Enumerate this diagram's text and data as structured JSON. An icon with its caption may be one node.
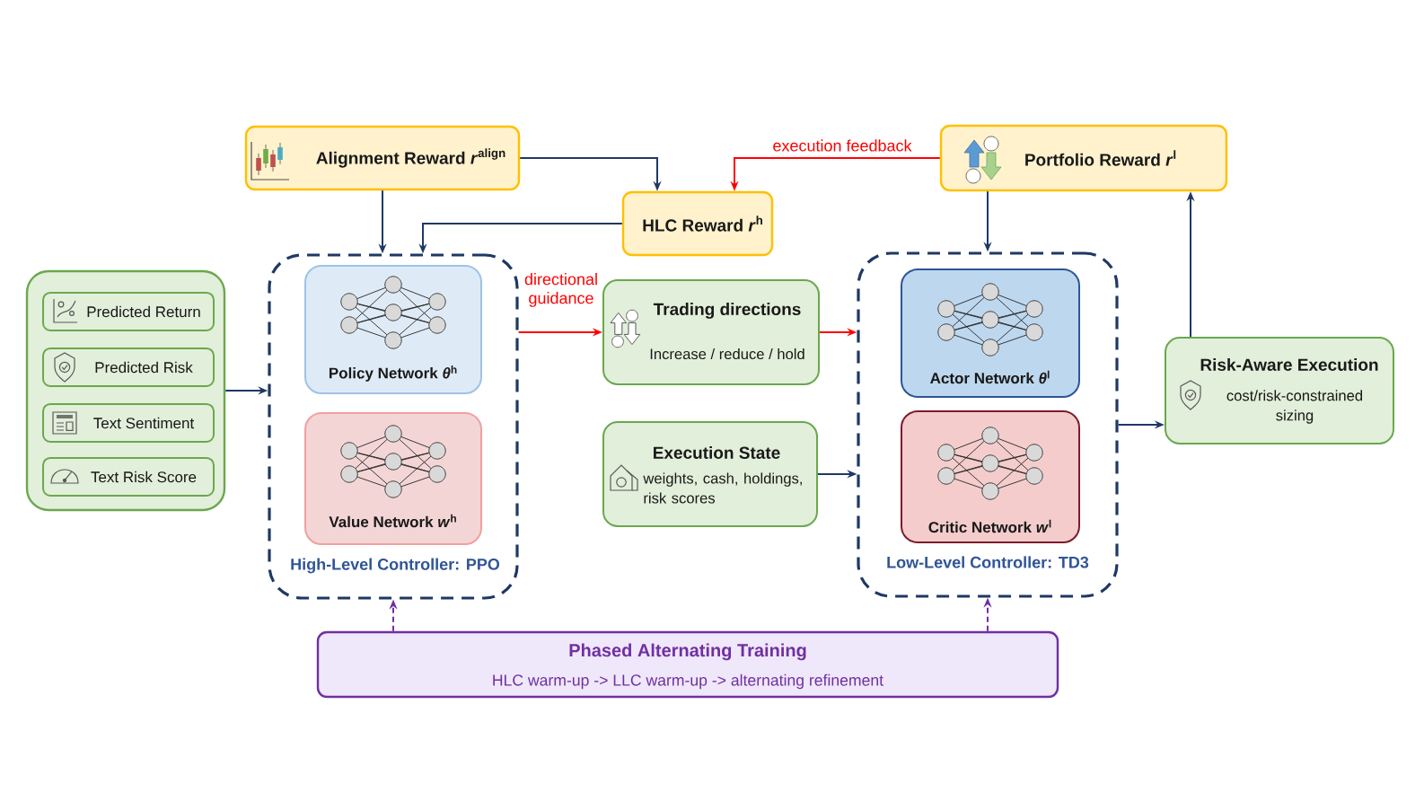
{
  "diagram": {
    "nodes": [
      {
        "text": [
          "Alignment Reward *r*$^{align}$"
        ]
      },
      {
        "text": [
          "HLC Reward *r*$^{h}$"
        ]
      },
      {
        "text": [
          "Portfolio Reward *r*$^{l}$"
        ]
      },
      {
        "text": [],
        "shape": "box"
      },
      {
        "text": [
          "Predicted Return"
        ],
        "in": 3
      },
      {
        "text": [
          "Predicted Risk"
        ],
        "in": 3
      },
      {
        "text": [
          "Text Sentiment"
        ],
        "in": 3
      },
      {
        "text": [
          "Text Risk Score"
        ],
        "in": 3
      },
      {
        "text": [
          "High-Level Controller: PPO"
        ]
      },
      {
        "text": [
          "Policy Network *θ*$^{h}$"
        ],
        "in": 8
      },
      {
        "text": [
          "Value Network *w*$^{h}$"
        ],
        "in": 8
      },
      {
        "text": [
          "Trading directions",
          "Increase / reduce / hold"
        ]
      },
      {
        "text": [
          "Execution State",
          "weights, cash, holdings, risk scores"
        ]
      },
      {
        "text": [
          "Low-Level Controller: TD3"
        ]
      },
      {
        "text": [
          "Actor Network *θ*$^{l}$"
        ],
        "in": 13
      },
      {
        "text": [
          "Critic Network *w*$^{l}$"
        ],
        "in": 13
      },
      {
        "text": [
          "Risk-Aware Execution",
          "cost/risk-constrained sizing"
        ]
      },
      {
        "text": [
          "Phased Alternating Training",
          "HLC warm-up -> LLC warm-up -> alternating refinement"
        ]
      }
    ],
    "edges": [
      {
        "from": 3,
        "to": 8,
        "arrow": "to"
      },
      {
        "from": 0,
        "to": 8,
        "arrow": "to"
      },
      {
        "from": 0,
        "to": 1,
        "arrow": "to"
      },
      {
        "from": 1,
        "to": 8,
        "arrow": "to"
      },
      {
        "from": 2,
        "to": 1,
        "arrow": "to",
        "label": "execution feedback",
        "color": "#ff0000"
      },
      {
        "from": 8,
        "to": 11,
        "arrow": "to",
        "label": "directional guidance",
        "color": "#ff0000"
      },
      {
        "from": 11,
        "to": 13,
        "arrow": "to",
        "color": "#ff0000"
      },
      {
        "from": 12,
        "to": 13,
        "arrow": "to"
      },
      {
        "from": 2,
        "to": 13,
        "arrow": "to"
      },
      {
        "from": 13,
        "to": 16,
        "arrow": "to"
      },
      {
        "from": 16,
        "to": 2,
        "arrow": "to"
      },
      {
        "from": 17,
        "to": 8,
        "arrow": "to",
        "style": "dashed",
        "color": "#7030a0"
      },
      {
        "from": 17,
        "to": 13,
        "arrow": "to",
        "style": "dashed",
        "color": "#7030a0"
      }
    ]
  }
}
